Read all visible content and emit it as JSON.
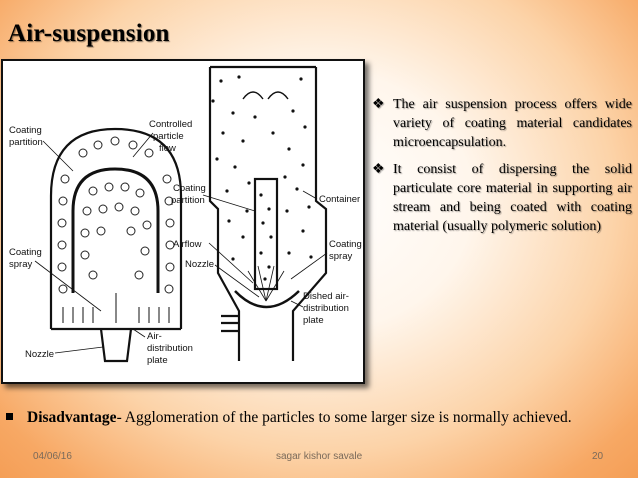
{
  "slide": {
    "title": "Air-suspension",
    "bullets": [
      "The air suspension process offers wide variety of coating material candidates microencapsulation.",
      "It consist of dispersing the solid particulate core material in supporting air stream and being coated with coating material (usually polymeric solution)"
    ],
    "bullet_marker": "❖",
    "bottom": {
      "bold_term": "Disadvantage",
      "text": "- Agglomeration of the particles to some larger size is normally achieved."
    },
    "footer": {
      "date": "04/06/16",
      "author": "sagar kishor savale",
      "page": "20"
    }
  },
  "figure_labels": {
    "coating_partition_left": [
      "Coating",
      "partition"
    ],
    "controlled_flow": [
      "Controlled",
      "particle",
      "flow"
    ],
    "coating_partition_mid": [
      "Coating",
      "partition"
    ],
    "container": "Container",
    "coating_spray_left": [
      "Coating",
      "spray"
    ],
    "airflow": "Airflow",
    "nozzle_mid": "Nozzle",
    "coating_spray_right": [
      "Coating",
      "spray"
    ],
    "dished_plate": [
      "Dished air-",
      "distribution",
      "plate"
    ],
    "nozzle_left": "Nozzle",
    "air_plate": [
      "Air-",
      "distribution",
      "plate"
    ]
  }
}
